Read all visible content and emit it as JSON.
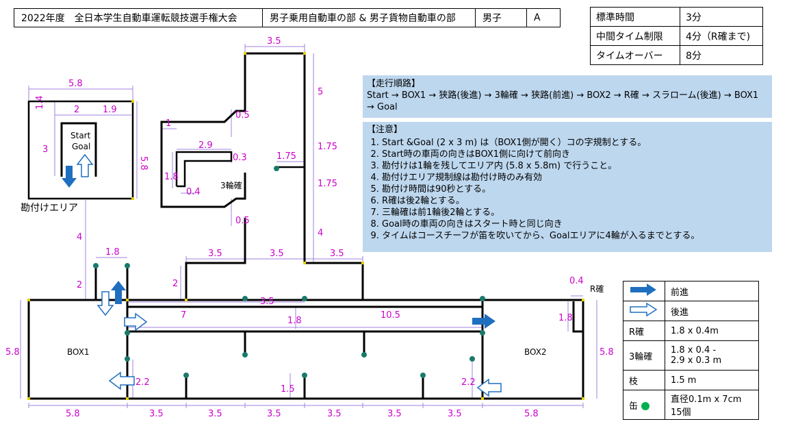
{
  "header": {
    "title": "2022年度　全日本学生自動車運転競技選手権大会",
    "division": "男子乗用自動車の部 & 男子貨物自動車の部",
    "gender": "男子",
    "course": "A"
  },
  "times": [
    {
      "label": "標準時間",
      "value": "3分"
    },
    {
      "label": "中間タイム制限",
      "value": "4分（R確まで)"
    },
    {
      "label": "タイムオーバー",
      "value": "8分"
    }
  ],
  "route": {
    "title": "【走行順路】",
    "text": "Start → BOX1 → 狭路(後進) → 3輪確 → 狭路(前進) → BOX2 → R確 → スラローム(後進) → BOX1 → Goal"
  },
  "notes": {
    "title": "【注意】",
    "items": [
      "Start &Goal (2 x 3 m) は（BOX1側が開く）コの字規制とする。",
      "Start時の車両の向きはBOX1側に向けて前向き",
      "勘付けは1輪を残してエリア内 (5.8 x 5.8m) で行うこと。",
      "勘付けエリア規制線は勘付け時のみ有効",
      "勘付け時間は90秒とする。",
      "R確は後2輪とする。",
      "三輪確は前1輪後2輪とする。",
      "Goal時の車両の向きはスタート時と同じ向き",
      "タイムはコースチーフが笛を吹いてから、Goalエリアに4輪が入るまでとする。"
    ]
  },
  "legend": {
    "forward": "前進",
    "reverse": "後進",
    "r_label": "R確",
    "r_value": "1.8 x 0.4m",
    "three_label": "3輪確",
    "three_value_1": "1.8 x 0.4 -",
    "three_value_2": "2.9 x 0.3 m",
    "pole_label": "枝",
    "pole_value": "1.5 m",
    "can_label": "缶",
    "can_value_1": "直径0.1m x 7cm",
    "can_value_2": "15個"
  },
  "labels": {
    "start": "Start",
    "goal": "Goal",
    "kanzuke": "勘付けエリア",
    "three_wheel": "3輪確",
    "box1": "BOX1",
    "box2": "BOX2",
    "r_kaku": "R確"
  },
  "dims": {
    "d58": "5.8",
    "d35": "3.5",
    "d2": "2",
    "d19": "1.9",
    "d14": "1.4",
    "d3": "3",
    "d1": "1",
    "d29": "2.9",
    "d03": "0.3",
    "d18": "1.8",
    "d04": "0.4",
    "d05": "0.5",
    "d175": "1.75",
    "d5": "5",
    "d4": "4",
    "d7": "7",
    "d105": "10.5",
    "d22": "2.2",
    "d15": "1.5"
  },
  "colors": {
    "dimension": "#cc00cc",
    "arrow": "#1f6fc0",
    "can": "#1a7a6a",
    "panel": "#bdd7ee"
  }
}
